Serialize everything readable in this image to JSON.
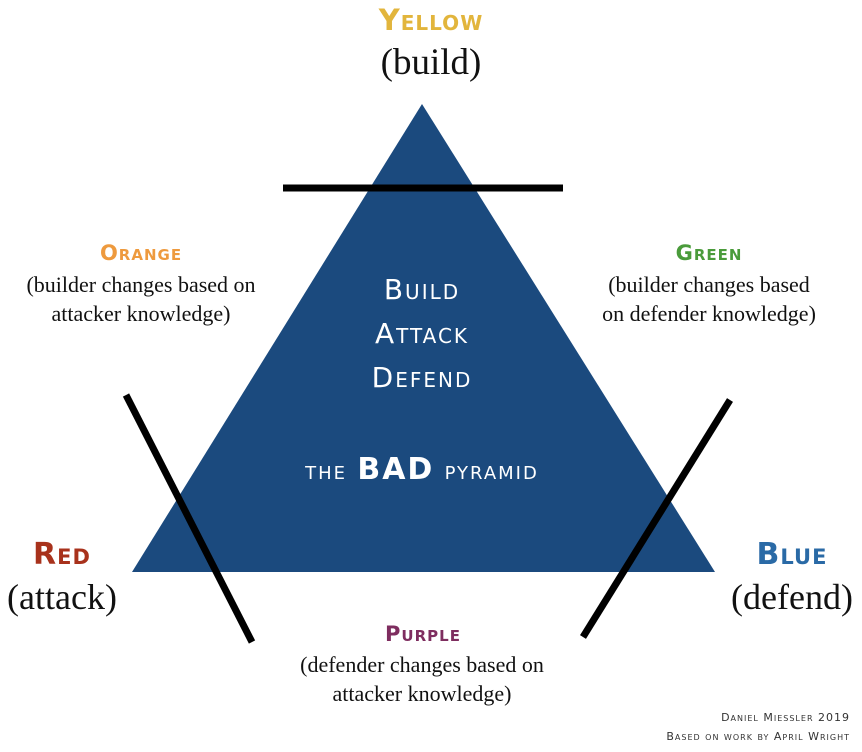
{
  "colors": {
    "pyramid": "#1b4a7e",
    "bar": "#000000",
    "yellow": "#e2b53c",
    "orange": "#ee9a3e",
    "green": "#4a9b3b",
    "red": "#a8321c",
    "blue": "#2a6aa6",
    "purple": "#7e2d5f"
  },
  "top": {
    "team": "Yellow",
    "role": "(build)"
  },
  "left_side": {
    "team": "Orange",
    "line1": "(builder changes based on",
    "line2": "attacker knowledge)"
  },
  "right_side": {
    "team": "Green",
    "line1": "(builder changes based",
    "line2": "on defender knowledge)"
  },
  "left_corner": {
    "team": "Red",
    "role": "(attack)"
  },
  "right_corner": {
    "team": "Blue",
    "role": "(defend)"
  },
  "bottom": {
    "team": "Purple",
    "line1": "(defender changes based on",
    "line2": "attacker knowledge)"
  },
  "pyramid_text": {
    "line1": "Build",
    "line2": "Attack",
    "line3": "Defend",
    "name_prefix": "the",
    "name_bold": "BAD",
    "name_suffix": "pyramid"
  },
  "credit": {
    "line1": "Daniel Miessler 2019",
    "line2": "Based on work by April Wright"
  }
}
